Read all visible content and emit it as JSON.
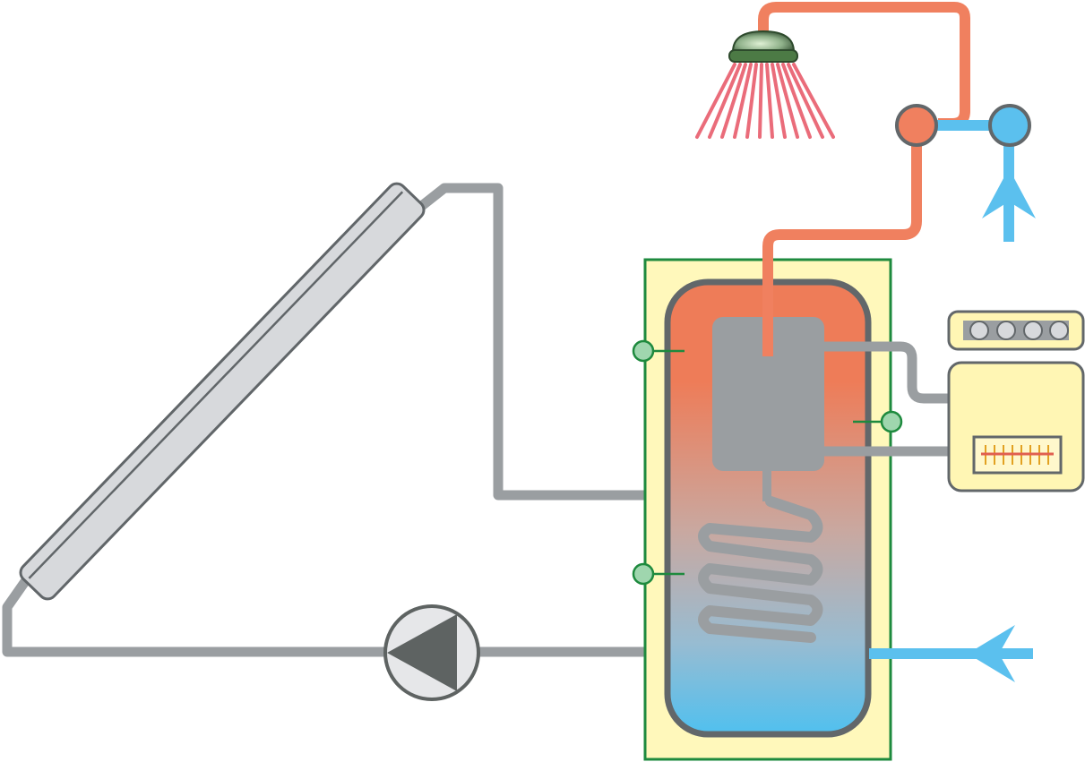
{
  "diagram": {
    "kind": "solar water heating system schematic",
    "text_labels": [],
    "components": [
      {
        "id": "solar-collector",
        "icon": "solar-panel-icon"
      },
      {
        "id": "circulation-pump",
        "icon": "pump-icon"
      },
      {
        "id": "storage-tank",
        "icon": "hot-water-cylinder-icon"
      },
      {
        "id": "heat-exchanger-coil",
        "icon": "coil-icon"
      },
      {
        "id": "backup-heater",
        "icon": "heater-box-icon"
      },
      {
        "id": "controller",
        "icon": "controller-icon"
      },
      {
        "id": "shower-head",
        "icon": "shower-icon"
      },
      {
        "id": "mixing-valve-hot",
        "icon": "valve-icon"
      },
      {
        "id": "mixing-valve-cold",
        "icon": "valve-icon"
      },
      {
        "id": "temperature-sensor-top",
        "icon": "sensor-icon"
      },
      {
        "id": "temperature-sensor-right",
        "icon": "sensor-icon"
      },
      {
        "id": "temperature-sensor-bottom",
        "icon": "sensor-icon"
      },
      {
        "id": "cold-water-inlet",
        "icon": "arrow-left-icon"
      },
      {
        "id": "cold-water-supply",
        "icon": "arrow-up-icon"
      }
    ]
  },
  "colors": {
    "solar_loop_pipe": "#9a9ea1",
    "hot_water": "#f0805f",
    "cold_water": "#5bc0ee",
    "tank_insulation": "#fff8bb",
    "insulation_border": "#1e8a3e",
    "tank_outline": "#62676a",
    "shower_spray": "#ea6c7a",
    "sensor": "#9fd6ae",
    "sensor_border": "#1e8a3e",
    "controller_body": "#fff6b4",
    "pump_body": "#e8e8ea",
    "pump_arrow": "#5e6362"
  }
}
